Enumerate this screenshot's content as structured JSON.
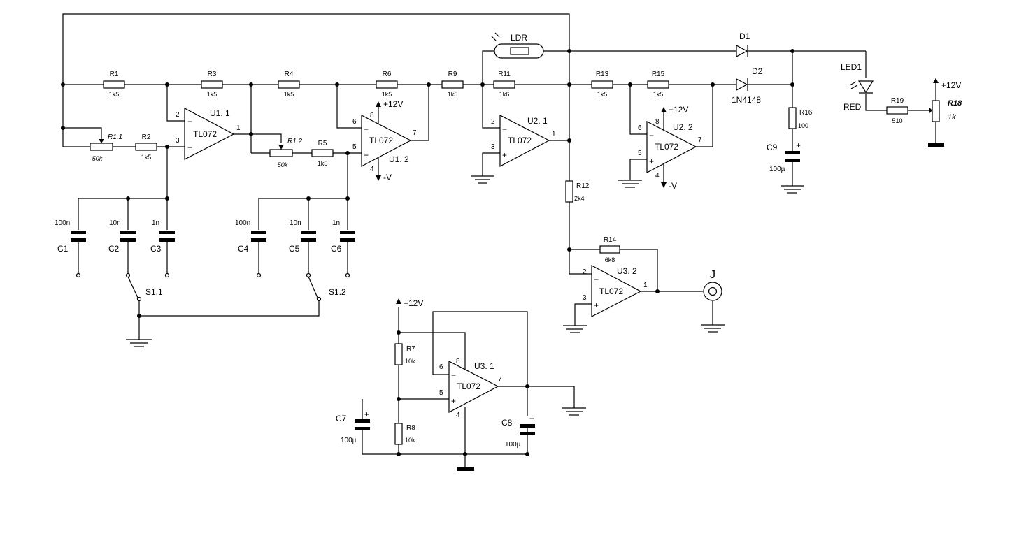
{
  "components": {
    "R1": {
      "ref": "R1",
      "value": "1k5"
    },
    "R2": {
      "ref": "R2",
      "value": "1k5"
    },
    "R3": {
      "ref": "R3",
      "value": "1k5"
    },
    "R4": {
      "ref": "R4",
      "value": "1k5"
    },
    "R5": {
      "ref": "R5",
      "value": "1k5"
    },
    "R6": {
      "ref": "R6",
      "value": "1k5"
    },
    "R7": {
      "ref": "R7",
      "value": "10k"
    },
    "R8": {
      "ref": "R8",
      "value": "10k"
    },
    "R9": {
      "ref": "R9",
      "value": "1k5"
    },
    "R11": {
      "ref": "R11",
      "value": "1k6"
    },
    "R12": {
      "ref": "R12",
      "value": "2k4"
    },
    "R13": {
      "ref": "R13",
      "value": "1k5"
    },
    "R14": {
      "ref": "R14",
      "value": "6k8"
    },
    "R15": {
      "ref": "R15",
      "value": "1k5"
    },
    "R16": {
      "ref": "R16",
      "value": "100"
    },
    "R19": {
      "ref": "R19",
      "value": "510"
    },
    "R11pot": {
      "ref": "R1.1",
      "value": "50k"
    },
    "R12pot": {
      "ref": "R1.2",
      "value": "50k"
    },
    "R18": {
      "ref": "R18",
      "value": "1k"
    },
    "C1": {
      "ref": "C1",
      "value": "100n"
    },
    "C2": {
      "ref": "C2",
      "value": "10n"
    },
    "C3": {
      "ref": "C3",
      "value": "1n"
    },
    "C4": {
      "ref": "C4",
      "value": "100n"
    },
    "C5": {
      "ref": "C5",
      "value": "10n"
    },
    "C6": {
      "ref": "C6",
      "value": "1n"
    },
    "C7": {
      "ref": "C7",
      "value": "100µ"
    },
    "C8": {
      "ref": "C8",
      "value": "100µ"
    },
    "C9": {
      "ref": "C9",
      "value": "100µ"
    },
    "D1": {
      "ref": "D1"
    },
    "D2": {
      "ref": "D2",
      "value": "1N4148"
    },
    "LED1": {
      "ref": "LED1",
      "value": "RED"
    },
    "LDR": {
      "ref": "LDR"
    },
    "S11": {
      "ref": "S1.1"
    },
    "S12": {
      "ref": "S1.2"
    },
    "J": {
      "ref": "J"
    }
  },
  "opamps": {
    "U11": {
      "ref": "U1. 1",
      "part": "TL072",
      "pin_minus": "2",
      "pin_plus": "3",
      "pin_out": "1"
    },
    "U12": {
      "ref": "U1. 2",
      "part": "TL072",
      "pin_minus": "6",
      "pin_plus": "5",
      "pin_out": "7",
      "pin_vp": "8",
      "pin_vn": "4"
    },
    "U21": {
      "ref": "U2. 1",
      "part": "TL072",
      "pin_minus": "2",
      "pin_plus": "3",
      "pin_out": "1"
    },
    "U22": {
      "ref": "U2. 2",
      "part": "TL072",
      "pin_minus": "6",
      "pin_plus": "5",
      "pin_out": "7",
      "pin_vp": "8",
      "pin_vn": "4"
    },
    "U31": {
      "ref": "U3. 1",
      "part": "TL072",
      "pin_minus": "6",
      "pin_plus": "5",
      "pin_out": "7",
      "pin_vp": "8",
      "pin_vn": "4"
    },
    "U32": {
      "ref": "U3. 2",
      "part": "TL072",
      "pin_minus": "2",
      "pin_plus": "3",
      "pin_out": "1"
    }
  },
  "supply": {
    "pos": "+12V",
    "neg": "-V"
  },
  "signs": {
    "minus": "−",
    "plus": "+"
  }
}
